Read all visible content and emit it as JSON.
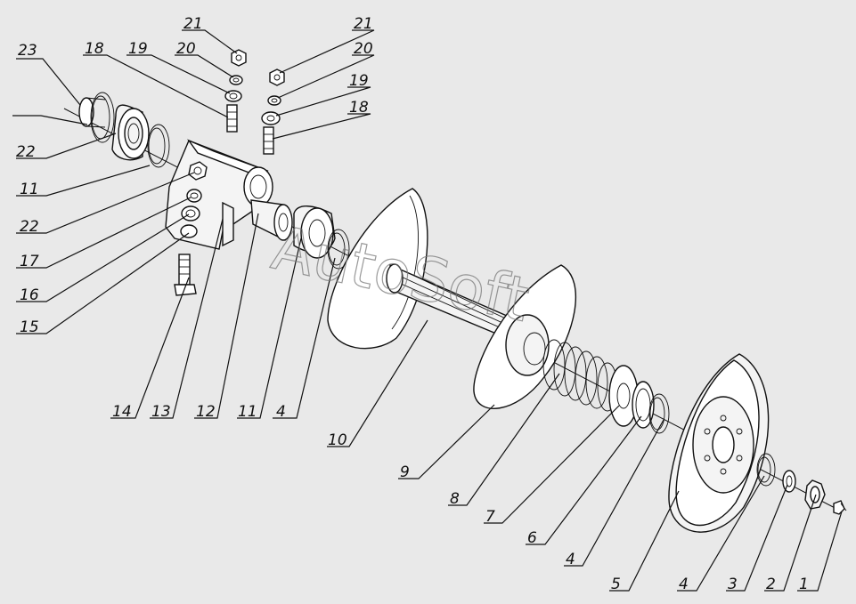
{
  "watermark": "AutoSoft",
  "callouts": [
    {
      "id": "c1",
      "text": "1"
    },
    {
      "id": "c2",
      "text": "2"
    },
    {
      "id": "c3",
      "text": "3"
    },
    {
      "id": "c4a",
      "text": "4"
    },
    {
      "id": "c5",
      "text": "5"
    },
    {
      "id": "c4b",
      "text": "4"
    },
    {
      "id": "c6",
      "text": "6"
    },
    {
      "id": "c7",
      "text": "7"
    },
    {
      "id": "c8",
      "text": "8"
    },
    {
      "id": "c9",
      "text": "9"
    },
    {
      "id": "c10",
      "text": "10"
    },
    {
      "id": "c4c",
      "text": "4"
    },
    {
      "id": "c11a",
      "text": "11"
    },
    {
      "id": "c12",
      "text": "12"
    },
    {
      "id": "c13",
      "text": "13"
    },
    {
      "id": "c14",
      "text": "14"
    },
    {
      "id": "c15",
      "text": "15"
    },
    {
      "id": "c16",
      "text": "16"
    },
    {
      "id": "c17",
      "text": "17"
    },
    {
      "id": "c22a",
      "text": "22"
    },
    {
      "id": "c11b",
      "text": "11"
    },
    {
      "id": "c22b",
      "text": "22"
    },
    {
      "id": "c23",
      "text": "23"
    },
    {
      "id": "c18a",
      "text": "18"
    },
    {
      "id": "c19a",
      "text": "19"
    },
    {
      "id": "c20a",
      "text": "20"
    },
    {
      "id": "c21a",
      "text": "21"
    },
    {
      "id": "c21b",
      "text": "21"
    },
    {
      "id": "c20b",
      "text": "20"
    },
    {
      "id": "c19b",
      "text": "19"
    },
    {
      "id": "c18b",
      "text": "18"
    }
  ]
}
